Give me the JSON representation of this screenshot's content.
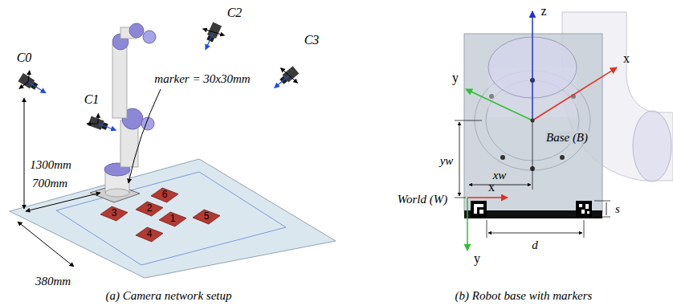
{
  "diagram": {
    "nodes": [
      {
        "text": [
          "6"
        ]
      },
      {
        "text": [
          "3"
        ]
      },
      {
        "text": [
          "2"
        ]
      },
      {
        "text": [
          "1"
        ]
      },
      {
        "text": [
          "5"
        ]
      },
      {
        "text": [
          "4"
        ]
      }
    ],
    "labels": [
      "C0",
      "C1",
      "C2",
      "C3",
      "1300mm",
      "700mm",
      "380mm",
      "marker = 30x30mm",
      "(a) Camera network setup",
      "z",
      "x",
      "y",
      "Base (B)",
      "yw",
      "xw",
      "World (W)",
      "x",
      "y",
      "s",
      "d",
      "(b) Robot base with markers"
    ]
  }
}
